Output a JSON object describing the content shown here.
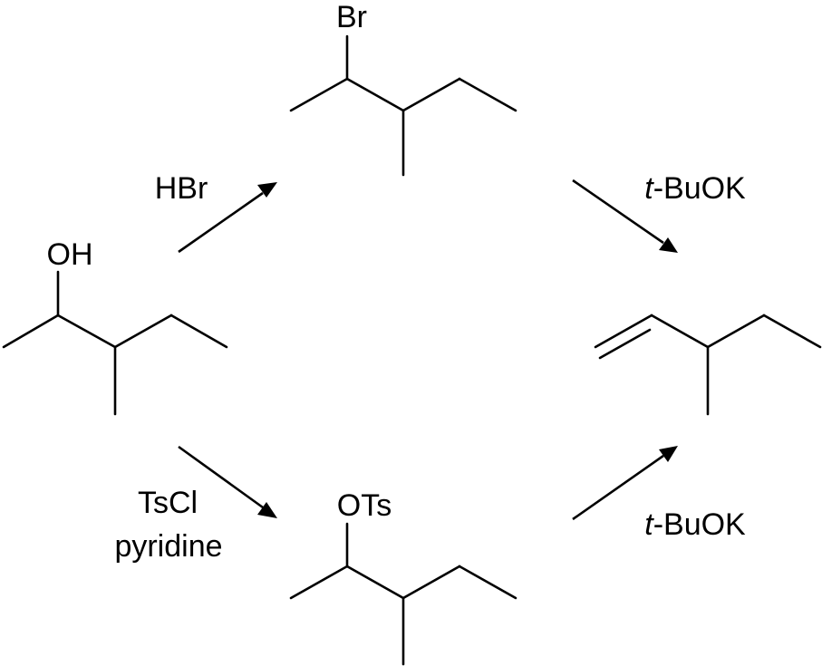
{
  "molecules": {
    "alcohol": {
      "substituent_label": "OH"
    },
    "bromide": {
      "substituent_label": "Br"
    },
    "tosylate": {
      "substituent_label": "OTs"
    },
    "alkene": {}
  },
  "reagents": {
    "hbr": "HBr",
    "tscl_line1": "TsCl",
    "tscl_line2": "pyridine",
    "base_top_prefix": "t",
    "base_top_rest": "-BuOK",
    "base_bottom_prefix": "t",
    "base_bottom_rest": "-BuOK"
  },
  "colors": {
    "ink": "#000000",
    "background": "#ffffff"
  }
}
